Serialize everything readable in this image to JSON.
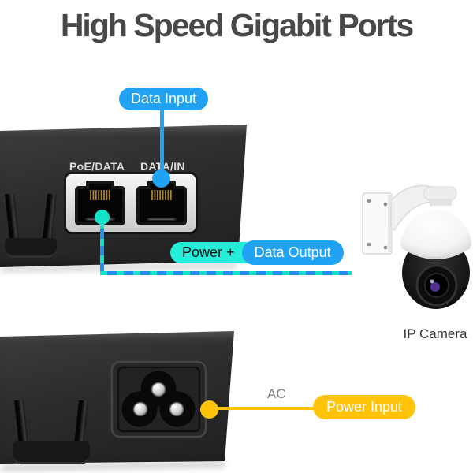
{
  "title": "High Speed Gigabit Ports",
  "badges": {
    "data_input": "Data Input",
    "power_plus": "Power +",
    "data_output": "Data Output",
    "power_input": "Power Input"
  },
  "device_front": {
    "port_labels": [
      "PoE/DATA",
      "DATA/IN"
    ]
  },
  "annotations": {
    "ac": "AC",
    "ip_camera": "IP Camera"
  },
  "colors": {
    "accent_blue": "#21A2F2",
    "accent_cyan": "#12E2C9",
    "accent_yellow": "#FFC40A",
    "title_text": "#484848",
    "device_body": "#2c2c2c"
  },
  "icons": {
    "rj45_ports": "rj45-port",
    "ac_socket": "c6-cloverleaf-power-socket",
    "camera": "ptz-ip-camera-illustration"
  }
}
